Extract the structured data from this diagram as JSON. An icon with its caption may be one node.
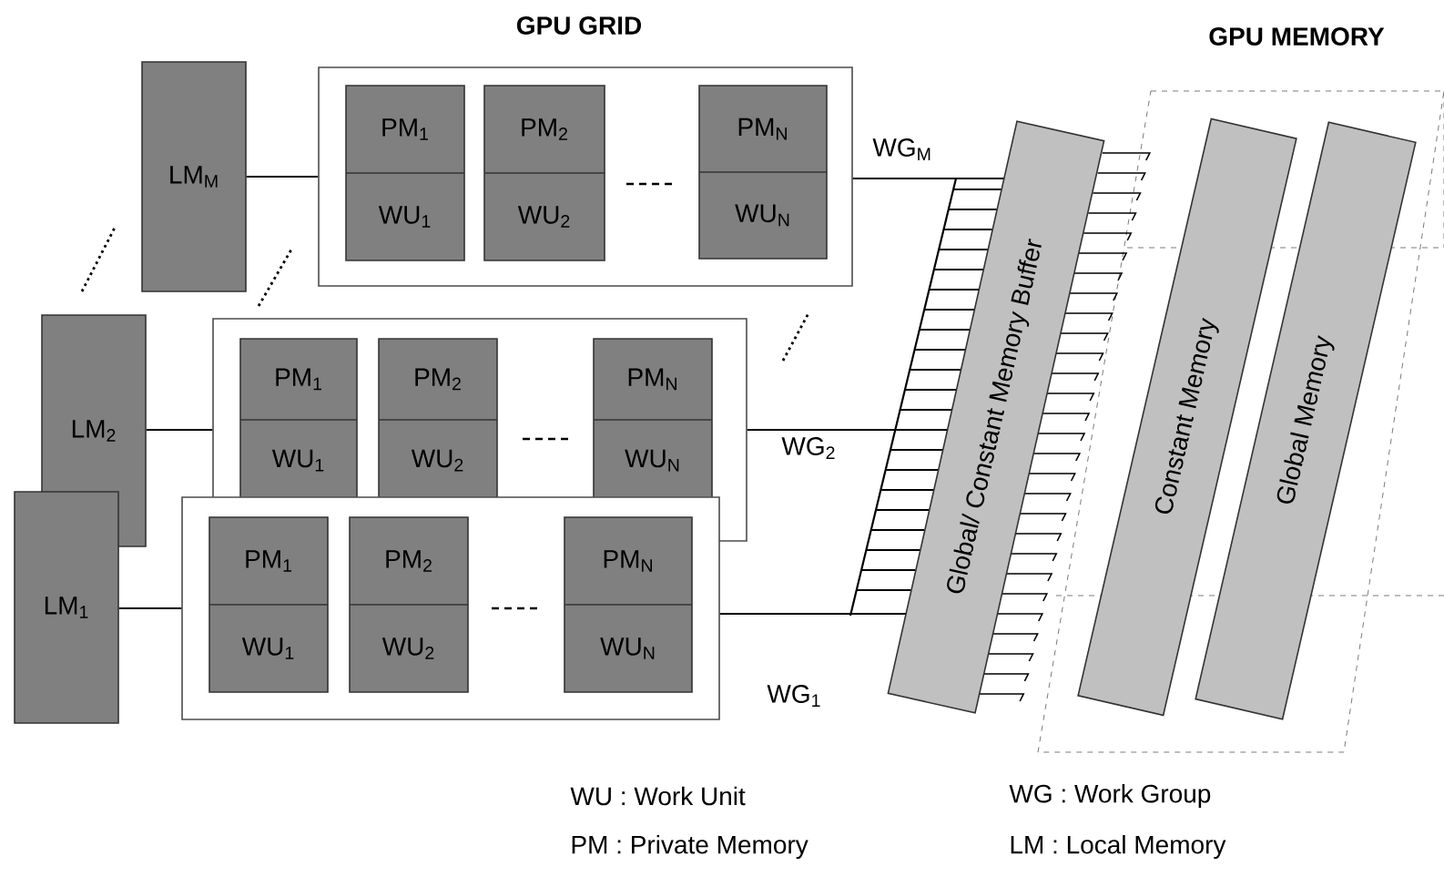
{
  "diagram": {
    "nodes": [
      {
        "text": [
          "LM$_{M}$"
        ]
      },
      {
        "text": [],
        "shape": "box"
      },
      {
        "text": [
          "PM$_{1}$",
          "WU$_{1}$"
        ],
        "in": 1
      },
      {
        "text": [
          "PM$_{2}$",
          "WU$_{2}$"
        ],
        "in": 1
      },
      {
        "text": [
          "PM$_{N}$",
          "WU$_{N}$"
        ],
        "in": 1
      },
      {
        "text": [
          "LM$_{2}$"
        ]
      },
      {
        "text": [],
        "shape": "box"
      },
      {
        "text": [
          "PM$_{1}$",
          "WU$_{1}$"
        ],
        "in": 6
      },
      {
        "text": [
          "PM$_{2}$",
          "WU$_{2}$"
        ],
        "in": 6
      },
      {
        "text": [
          "PM$_{N}$",
          "WU$_{N}$"
        ],
        "in": 6
      },
      {
        "text": [
          "LM$_{1}$"
        ]
      },
      {
        "text": [],
        "shape": "box"
      },
      {
        "text": [
          "PM$_{1}$",
          "WU$_{1}$"
        ],
        "in": 11
      },
      {
        "text": [
          "PM$_{2}$",
          "WU$_{2}$"
        ],
        "in": 11
      },
      {
        "text": [
          "PM$_{N}$",
          "WU$_{N}$"
        ],
        "in": 11
      },
      {
        "text": [
          "Global/ Constant Memory Buffer"
        ]
      },
      {
        "text": [
          "Constant Memory"
        ]
      },
      {
        "text": [
          "Global Memory"
        ]
      }
    ],
    "edges": [
      {
        "from": 0,
        "to": 1,
        "arrow": "none"
      },
      {
        "from": 1,
        "to": 15,
        "arrow": "none"
      },
      {
        "from": 5,
        "to": 6,
        "arrow": "none"
      },
      {
        "from": 6,
        "to": 15,
        "arrow": "none"
      },
      {
        "from": 10,
        "to": 11,
        "arrow": "none"
      },
      {
        "from": 11,
        "to": 15,
        "arrow": "none"
      }
    ],
    "labels": [
      "GPU GRID",
      "GPU MEMORY",
      "WG$_{M}$",
      "WG$_{2}$",
      "WG$_{1}$",
      "WU : Work Unit",
      "WG : Work Group",
      "PM : Private Memory",
      "LM : Local Memory"
    ]
  }
}
